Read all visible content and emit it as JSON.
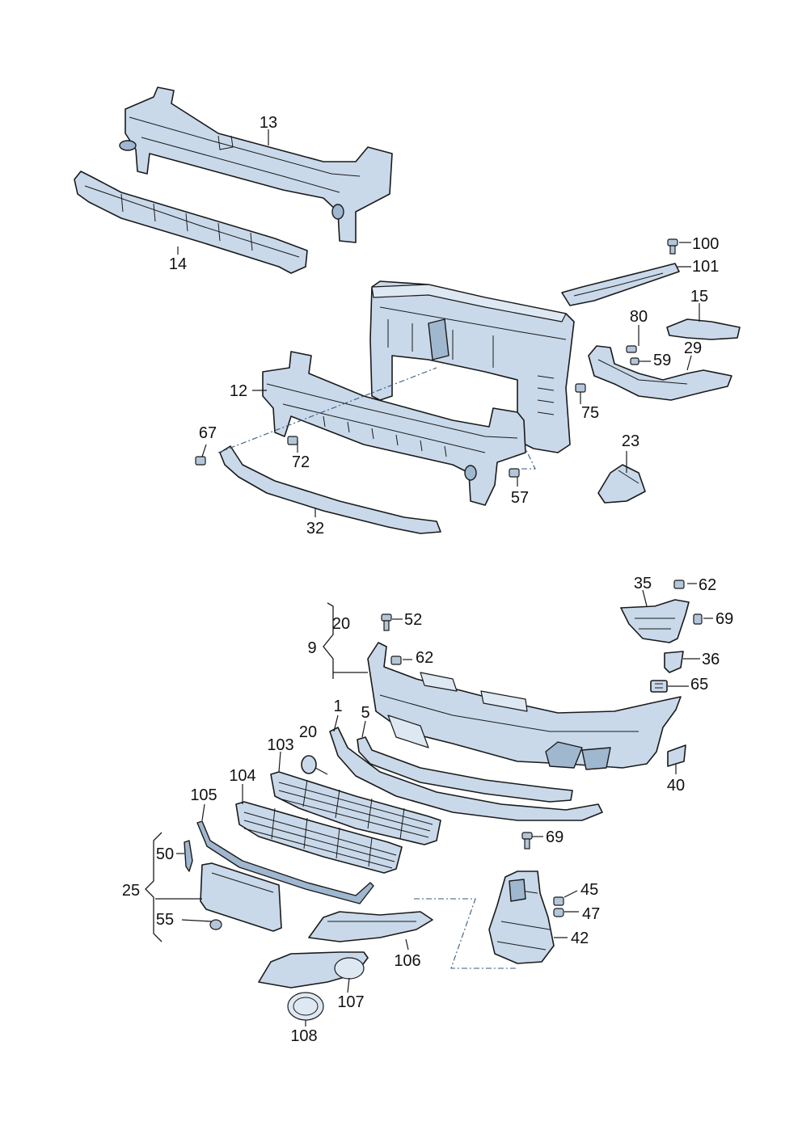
{
  "labels": [
    {
      "id": "13",
      "text": "13"
    },
    {
      "id": "14",
      "text": "14"
    },
    {
      "id": "100",
      "text": "100"
    },
    {
      "id": "101",
      "text": "101"
    },
    {
      "id": "15",
      "text": "15"
    },
    {
      "id": "80",
      "text": "80"
    },
    {
      "id": "59",
      "text": "59"
    },
    {
      "id": "29",
      "text": "29"
    },
    {
      "id": "12",
      "text": "12"
    },
    {
      "id": "75",
      "text": "75"
    },
    {
      "id": "67",
      "text": "67"
    },
    {
      "id": "72",
      "text": "72"
    },
    {
      "id": "23",
      "text": "23"
    },
    {
      "id": "57",
      "text": "57"
    },
    {
      "id": "32",
      "text": "32"
    },
    {
      "id": "35",
      "text": "35"
    },
    {
      "id": "62a",
      "text": "62"
    },
    {
      "id": "20a",
      "text": "20"
    },
    {
      "id": "52",
      "text": "52"
    },
    {
      "id": "69a",
      "text": "69"
    },
    {
      "id": "9",
      "text": "9"
    },
    {
      "id": "62b",
      "text": "62"
    },
    {
      "id": "36",
      "text": "36"
    },
    {
      "id": "65",
      "text": "65"
    },
    {
      "id": "1",
      "text": "1"
    },
    {
      "id": "5",
      "text": "5"
    },
    {
      "id": "20b",
      "text": "20"
    },
    {
      "id": "103",
      "text": "103"
    },
    {
      "id": "40",
      "text": "40"
    },
    {
      "id": "104",
      "text": "104"
    },
    {
      "id": "105",
      "text": "105"
    },
    {
      "id": "69b",
      "text": "69"
    },
    {
      "id": "50",
      "text": "50"
    },
    {
      "id": "25",
      "text": "25"
    },
    {
      "id": "45",
      "text": "45"
    },
    {
      "id": "47",
      "text": "47"
    },
    {
      "id": "55",
      "text": "55"
    },
    {
      "id": "42",
      "text": "42"
    },
    {
      "id": "106",
      "text": "106"
    },
    {
      "id": "107",
      "text": "107"
    },
    {
      "id": "108",
      "text": "108"
    }
  ]
}
